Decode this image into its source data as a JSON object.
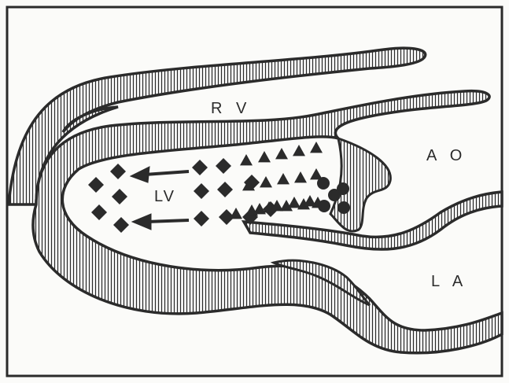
{
  "diagram": {
    "labels": {
      "rv": "R V",
      "lv": "LV",
      "ao": "A O",
      "la": "L A"
    },
    "marker_counts": {
      "diamonds": 14,
      "triangles": 20,
      "circles": 5,
      "arrows": 2
    },
    "colors": {
      "ink": "#2b2b2b",
      "hatch_fill": "#ffffff",
      "background": "#fbfbf9"
    },
    "icons": {
      "diamond": "diamond-icon",
      "triangle": "triangle-icon",
      "circle": "circle-icon",
      "arrow": "left-arrow-icon"
    }
  }
}
